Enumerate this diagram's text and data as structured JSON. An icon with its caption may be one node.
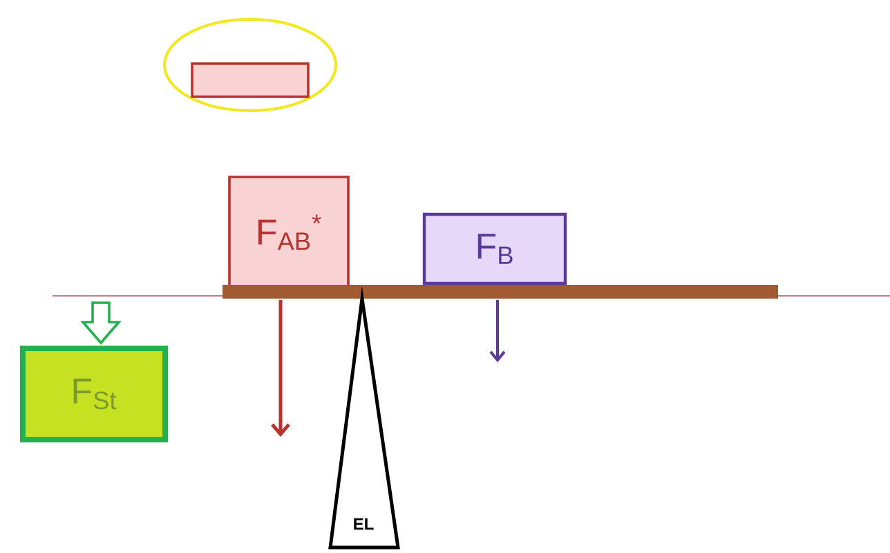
{
  "diagram": {
    "nodes": [
      {
        "text": [],
        "shape": "box"
      },
      {
        "text": [
          "F$_{AB}$$^{*}$"
        ]
      },
      {
        "text": [
          "F$_{B}$"
        ]
      },
      {
        "text": [],
        "shape": "bar"
      },
      {
        "text": [
          "EL"
        ]
      },
      {
        "text": [
          "F$_{St}$"
        ]
      }
    ]
  }
}
